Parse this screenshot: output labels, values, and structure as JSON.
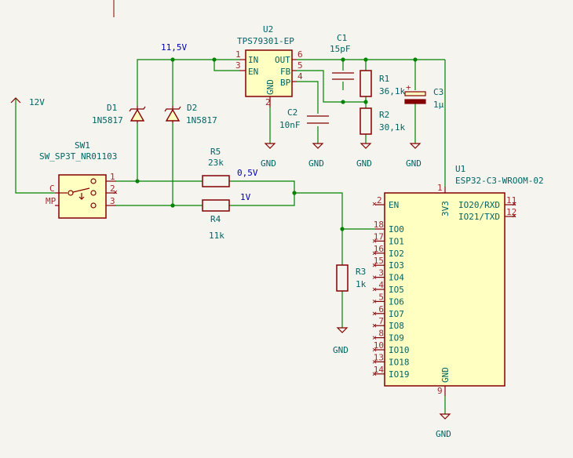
{
  "nets": {
    "v11_5": "11,5V",
    "v0_5": "0,5V",
    "v1": "1V"
  },
  "power": {
    "v12": "12V",
    "gnd": "GND"
  },
  "components": {
    "u2": {
      "ref": "U2",
      "value": "TPS79301-EP",
      "pins": {
        "in_num": "1",
        "in": "IN",
        "en_num": "3",
        "en": "EN",
        "out_num": "6",
        "out": "OUT",
        "fb_num": "5",
        "fb": "FB",
        "bp_num": "4",
        "bp": "BP",
        "gnd_num": "2",
        "gnd": "GND"
      }
    },
    "c1": {
      "ref": "C1",
      "value": "15pF"
    },
    "c2": {
      "ref": "C2",
      "value": "10nF"
    },
    "c3": {
      "ref": "C3",
      "value": "1µ"
    },
    "r1": {
      "ref": "R1",
      "value": "36,1k"
    },
    "r2": {
      "ref": "R2",
      "value": "30,1k"
    },
    "r3": {
      "ref": "R3",
      "value": "1k"
    },
    "r4": {
      "ref": "R4",
      "value": "11k"
    },
    "r5": {
      "ref": "R5",
      "value": "23k"
    },
    "d1": {
      "ref": "D1",
      "value": "1N5817"
    },
    "d2": {
      "ref": "D2",
      "value": "1N5817"
    },
    "sw1": {
      "ref": "SW1",
      "value": "SW_SP3T_NR01103",
      "pins": {
        "p1": "1",
        "p2": "2",
        "p3": "3",
        "c": "C",
        "mp": "MP"
      }
    },
    "u1": {
      "ref": "U1",
      "value": "ESP32-C3-WROOM-02",
      "pins": {
        "en_num": "2",
        "en": "EN",
        "v3_num": "1",
        "v3": "3V3",
        "gnd_num": "9",
        "gnd": "GND",
        "rxd_num": "11",
        "rxd": "IO20/RXD",
        "txd_num": "12",
        "txd": "IO21/TXD",
        "io": [
          {
            "num": "18",
            "name": "IO0"
          },
          {
            "num": "17",
            "name": "IO1"
          },
          {
            "num": "16",
            "name": "IO2"
          },
          {
            "num": "15",
            "name": "IO3"
          },
          {
            "num": "3",
            "name": "IO4"
          },
          {
            "num": "4",
            "name": "IO5"
          },
          {
            "num": "5",
            "name": "IO6"
          },
          {
            "num": "6",
            "name": "IO7"
          },
          {
            "num": "7",
            "name": "IO8"
          },
          {
            "num": "8",
            "name": "IO9"
          },
          {
            "num": "10",
            "name": "IO10"
          },
          {
            "num": "13",
            "name": "IO18"
          },
          {
            "num": "14",
            "name": "IO19"
          }
        ]
      }
    }
  }
}
